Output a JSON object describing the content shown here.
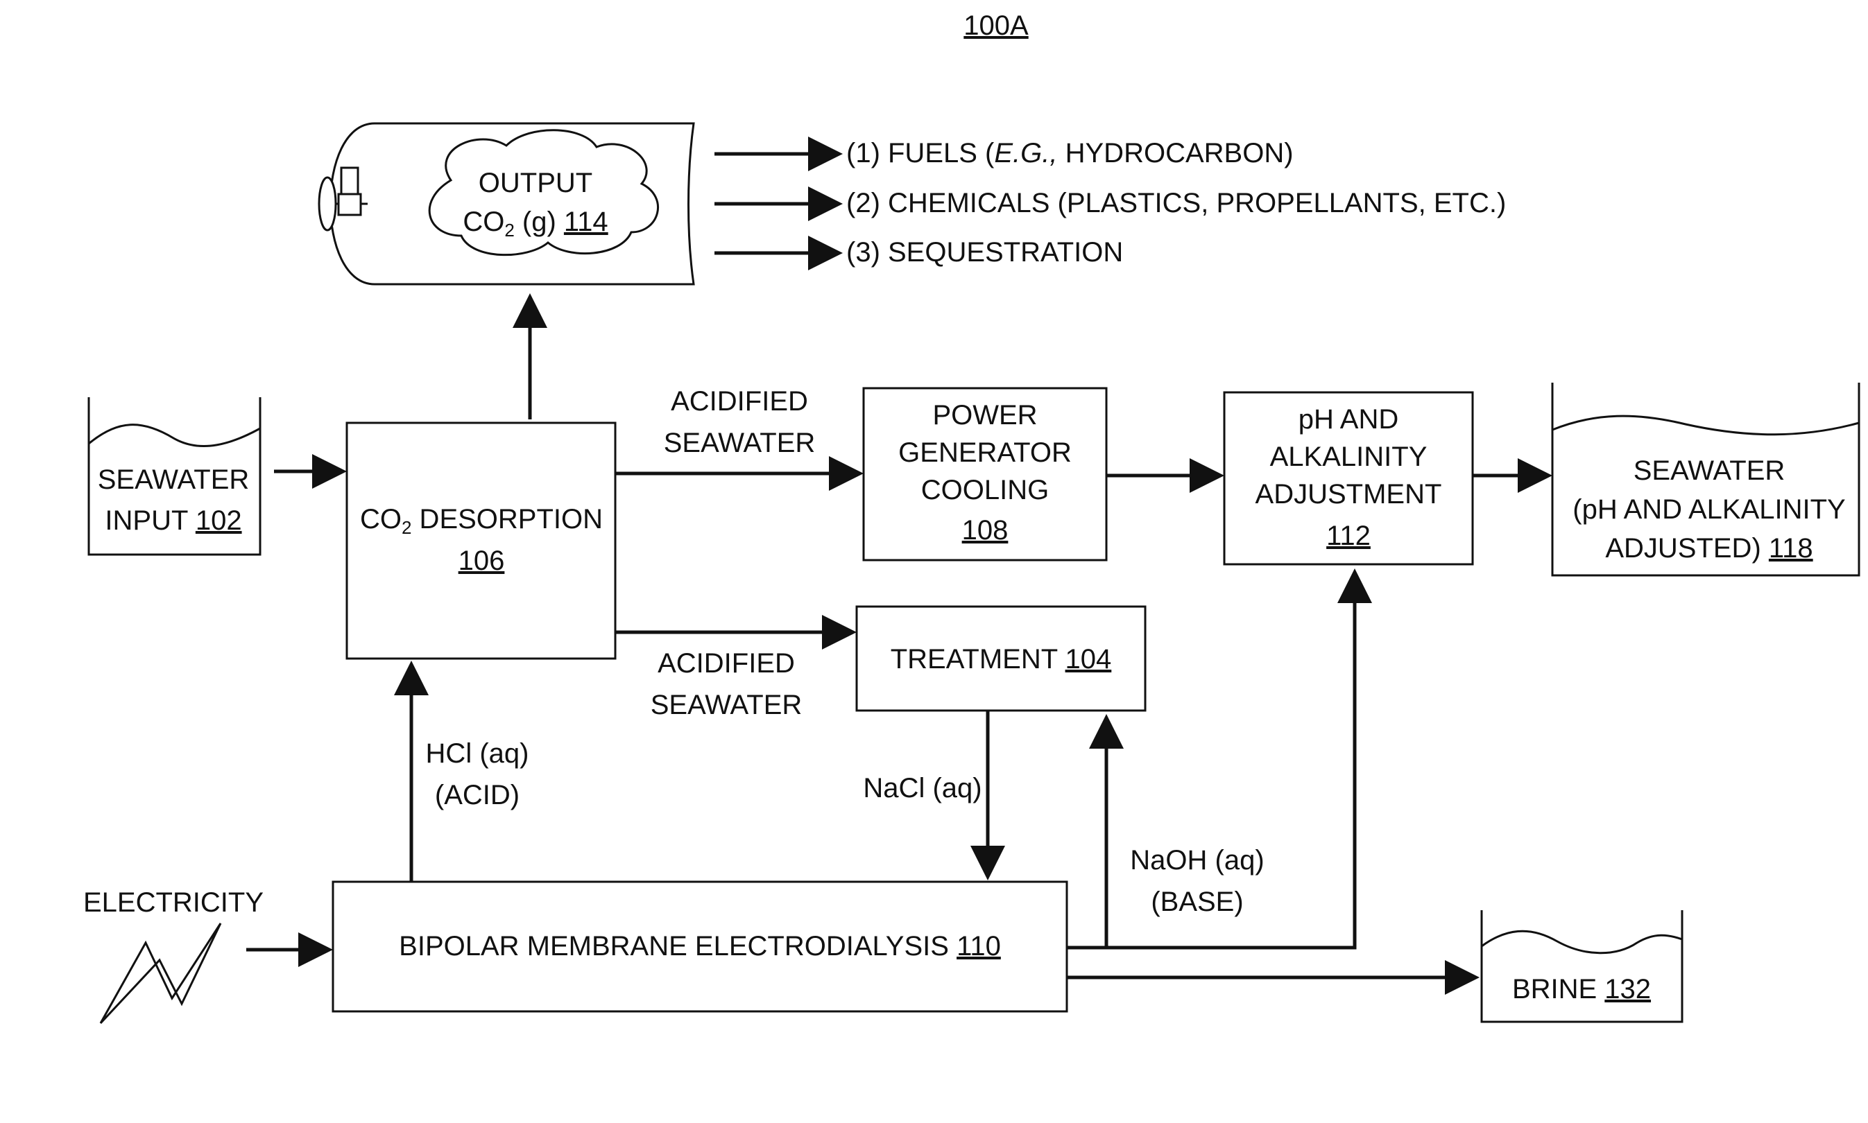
{
  "figure": {
    "ref": "100A"
  },
  "nodes": {
    "seawater_input": {
      "label1": "SEAWATER",
      "label2": "INPUT",
      "ref": "102"
    },
    "co2_desorption": {
      "label_pre": "CO",
      "sub": "2",
      "label_post": " DESORPTION",
      "ref": "106"
    },
    "output_co2": {
      "label1": "OUTPUT",
      "label2_pre": "CO",
      "sub": "2",
      "label2_post": " (g) ",
      "ref": "114"
    },
    "power_generator": {
      "label1": "POWER",
      "label2": "GENERATOR",
      "label3": "COOLING",
      "ref": "108"
    },
    "ph_adjustment": {
      "label1": "pH AND",
      "label2": "ALKALINITY",
      "label3": "ADJUSTMENT",
      "ref": "112"
    },
    "seawater_adjusted": {
      "label1": "SEAWATER",
      "label2": "(pH AND ALKALINITY",
      "label3": "ADJUSTED) ",
      "ref": "118"
    },
    "treatment": {
      "label": "TREATMENT ",
      "ref": "104"
    },
    "electrodialysis": {
      "label": "BIPOLAR MEMBRANE ELECTRODIALYSIS ",
      "ref": "110"
    },
    "brine": {
      "label": "BRINE ",
      "ref": "132"
    },
    "electricity": {
      "label": "ELECTRICITY"
    }
  },
  "outputs": {
    "fuels": {
      "pre": "(1) FUELS (",
      "em": "E.G.,",
      "post": " HYDROCARBON)"
    },
    "chemicals": "(2) CHEMICALS (PLASTICS, PROPELLANTS, ETC.)",
    "sequestration": "(3) SEQUESTRATION"
  },
  "edges": {
    "acidified_top": {
      "line1": "ACIDIFIED",
      "line2": "SEAWATER"
    },
    "acidified_bottom": {
      "line1": "ACIDIFIED",
      "line2": "SEAWATER"
    },
    "hcl": {
      "line1": "HCl (aq)",
      "line2": "(ACID)"
    },
    "nacl": "NaCl (aq)",
    "naoh": {
      "line1": "NaOH (aq)",
      "line2": "(BASE)"
    }
  }
}
